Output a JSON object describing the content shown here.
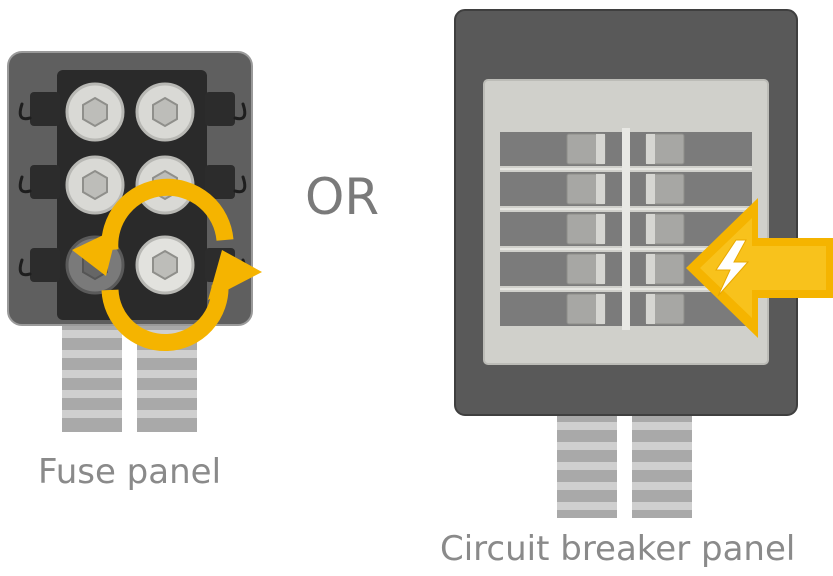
{
  "labels": {
    "fuse_panel": "Fuse panel",
    "or": "OR",
    "circuit_breaker_panel": "Circuit breaker panel"
  },
  "colors": {
    "panel_dark": "#5e5e5e",
    "panel_frame": "#4a4a4a",
    "fuse_cap": "#d8d8d4",
    "breaker_inner": "#cfcfca",
    "accent_yellow": "#f5b400",
    "cable_gray": "#a8a8a8",
    "label_gray": "#8a8a8a"
  },
  "icons": [
    "rotate-arrows-icon",
    "lightning-bolt-icon",
    "arrow-left-icon"
  ]
}
